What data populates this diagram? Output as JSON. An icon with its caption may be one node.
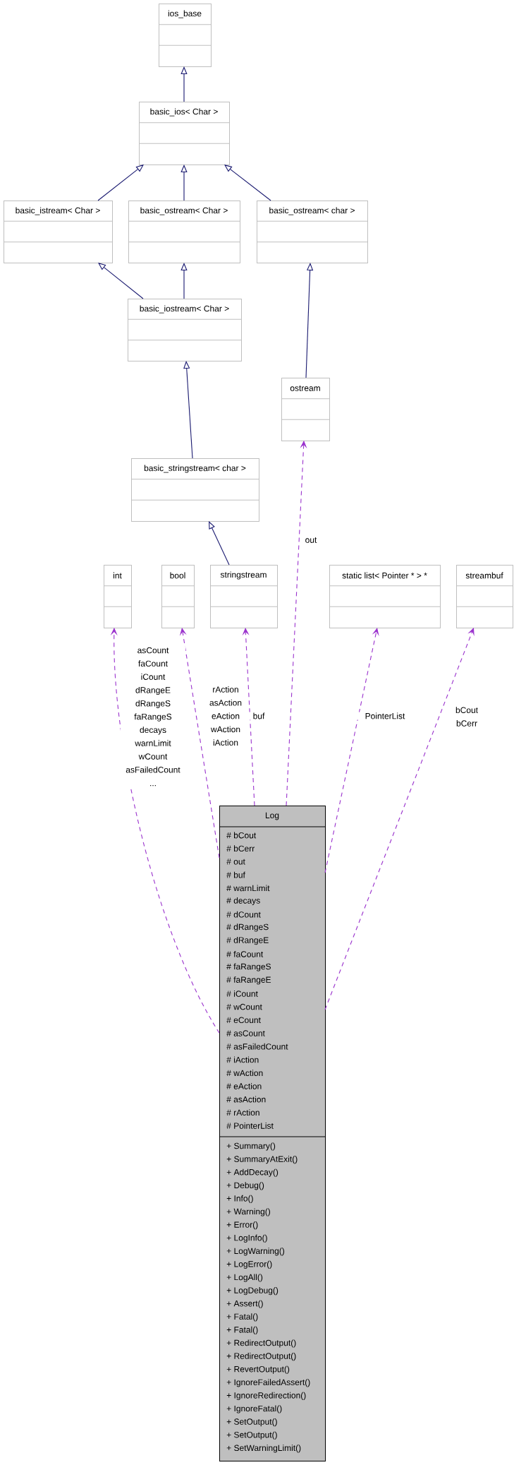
{
  "diagram": {
    "nodes": [
      {
        "text": [
          "ios_base"
        ]
      },
      {
        "text": [
          "basic_ios< Char >"
        ]
      },
      {
        "text": [
          "basic_istream< Char >"
        ]
      },
      {
        "text": [
          "basic_ostream< Char >"
        ]
      },
      {
        "text": [
          "basic_ostream< char >"
        ]
      },
      {
        "text": [
          "basic_iostream< Char >"
        ]
      },
      {
        "text": [
          "ostream"
        ]
      },
      {
        "text": [
          "basic_stringstream< char >"
        ]
      },
      {
        "text": [
          "int"
        ]
      },
      {
        "text": [
          "bool"
        ]
      },
      {
        "text": [
          "stringstream"
        ]
      },
      {
        "text": [
          "static list< Pointer * > *"
        ]
      },
      {
        "text": [
          "streambuf"
        ]
      },
      {
        "text": [
          "Log",
          "# bCout",
          "# bCerr",
          "# out",
          "# buf",
          "# warnLimit",
          "# decays",
          "# dCount",
          "# dRangeS",
          "# dRangeE",
          "# faCount",
          "# faRangeS",
          "# faRangeE",
          "# iCount",
          "# wCount",
          "# eCount",
          "# asCount",
          "# asFailedCount",
          "# iAction",
          "# wAction",
          "# eAction",
          "# asAction",
          "# rAction",
          "# PointerList",
          "+ Summary()",
          "+ SummaryAtExit()",
          "+ AddDecay()",
          "+ Debug()",
          "+ Info()",
          "+ Warning()",
          "+ Error()",
          "+ LogInfo()",
          "+ LogWarning()",
          "+ LogError()",
          "+ LogAll()",
          "+ LogDebug()",
          "+ Assert()",
          "+ Fatal()",
          "+ Fatal()",
          "+ RedirectOutput()",
          "+ RedirectOutput()",
          "+ RevertOutput()",
          "+ IgnoreFailedAssert()",
          "+ IgnoreRedirection()",
          "+ IgnoreFatal()",
          "+ SetOutput()",
          "+ SetOutput()",
          "+ SetWarningLimit()"
        ]
      }
    ],
    "edges": [
      {
        "from": 1,
        "to": 0,
        "arrow": "to"
      },
      {
        "from": 2,
        "to": 1,
        "arrow": "to"
      },
      {
        "from": 3,
        "to": 1,
        "arrow": "to"
      },
      {
        "from": 4,
        "to": 1,
        "arrow": "to"
      },
      {
        "from": 5,
        "to": 2,
        "arrow": "to"
      },
      {
        "from": 5,
        "to": 3,
        "arrow": "to"
      },
      {
        "from": 6,
        "to": 4,
        "arrow": "to"
      },
      {
        "from": 7,
        "to": 5,
        "arrow": "to"
      },
      {
        "from": 10,
        "to": 7,
        "arrow": "to"
      },
      {
        "from": 13,
        "to": 8,
        "arrow": "to",
        "label": "asCount faCount iCount dRangeE dRangeS faRangeS decays warnLimit wCount asFailedCount ...",
        "style": "dashed",
        "color": "#9a32cd"
      },
      {
        "from": 13,
        "to": 9,
        "arrow": "to",
        "label": "rAction asAction eAction wAction iAction",
        "style": "dashed",
        "color": "#9a32cd"
      },
      {
        "from": 13,
        "to": 10,
        "arrow": "to",
        "label": "buf",
        "style": "dashed",
        "color": "#9a32cd"
      },
      {
        "from": 13,
        "to": 6,
        "arrow": "to",
        "label": "out",
        "style": "dashed",
        "color": "#9a32cd"
      },
      {
        "from": 13,
        "to": 11,
        "arrow": "to",
        "label": "PointerList",
        "style": "dashed",
        "color": "#9a32cd"
      },
      {
        "from": 13,
        "to": 12,
        "arrow": "to",
        "label": "bCout bCerr",
        "style": "dashed",
        "color": "#9a32cd"
      }
    ]
  }
}
